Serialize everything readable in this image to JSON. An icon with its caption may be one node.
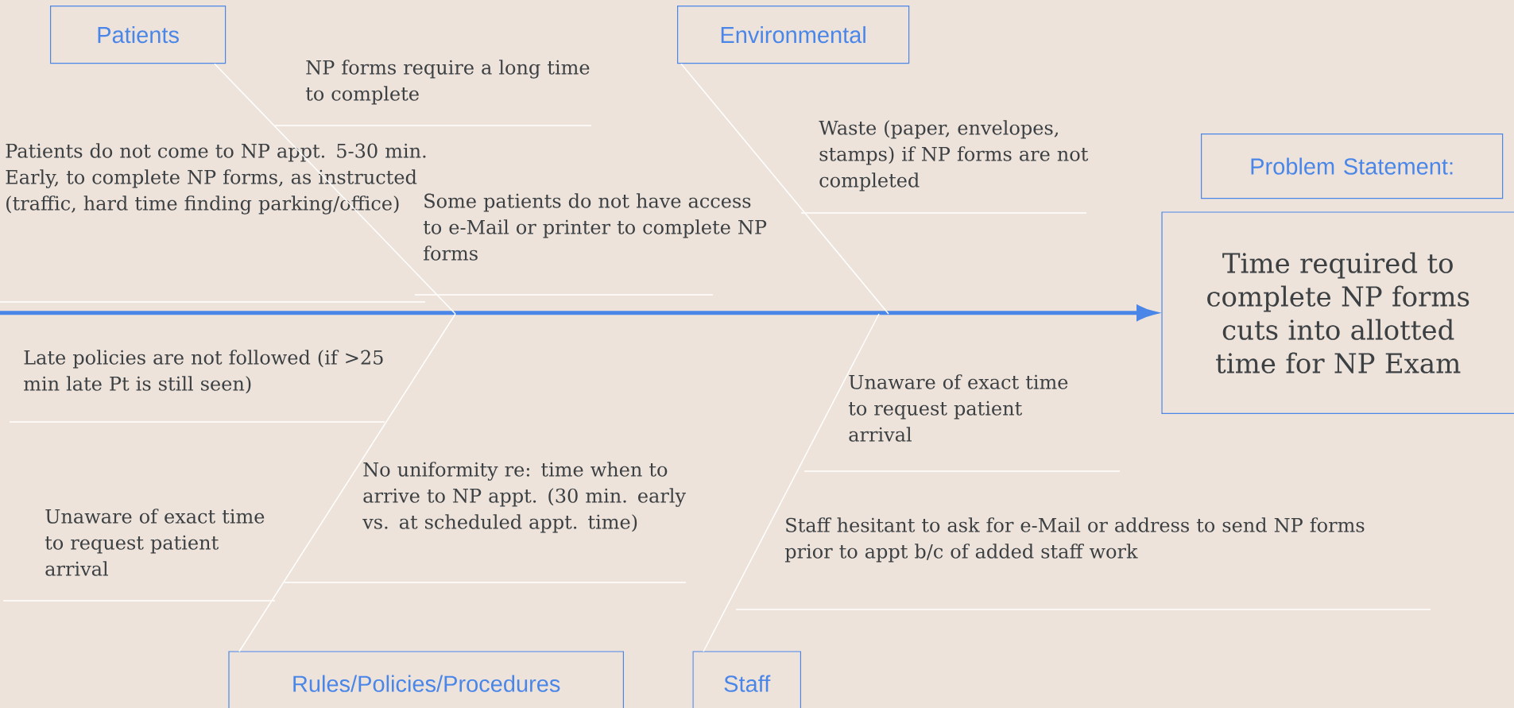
{
  "diagram": {
    "nodes": [
      {
        "text": [
          "Patients"
        ]
      },
      {
        "text": [
          "Environmental"
        ]
      },
      {
        "text": [
          "Problem Statement:"
        ]
      },
      {
        "text": [
          "Time required to complete NP forms cuts into allotted time for NP Exam"
        ]
      },
      {
        "text": [
          "Rules/Policies/Procedures"
        ]
      },
      {
        "text": [
          "Staff"
        ]
      }
    ],
    "edges": [
      {
        "from": null,
        "to": 3,
        "arrow": "to",
        "style": "thick",
        "color": "#4a86e8"
      },
      {
        "from": 0,
        "to": null,
        "arrow": "none"
      },
      {
        "from": 1,
        "to": null,
        "arrow": "none"
      },
      {
        "from": 4,
        "to": null,
        "arrow": "none"
      },
      {
        "from": 5,
        "to": null,
        "arrow": "none"
      }
    ],
    "labels": [
      "NP forms require a long time to complete",
      "Patients do not come to NP appt. 5-30 min. Early, to complete NP forms,  as instructed (traffic, hard time finding parking/office)",
      "Some patients do not have access to e-Mail or printer to complete  NP forms",
      "Waste (paper, envelopes, stamps) if NP forms are not completed",
      "Late policies are not followed (if >25 min late Pt is still seen)",
      "Unaware of exact time to request patient arrival",
      "No uniformity re: time when to arrive to NP appt. (30 min. early vs. at scheduled appt. time)",
      "Unaware of exact time to request patient arrival",
      "Staff hesitant to ask for e-Mail or address to send NP forms prior to appt b/c of added staff work"
    ]
  }
}
